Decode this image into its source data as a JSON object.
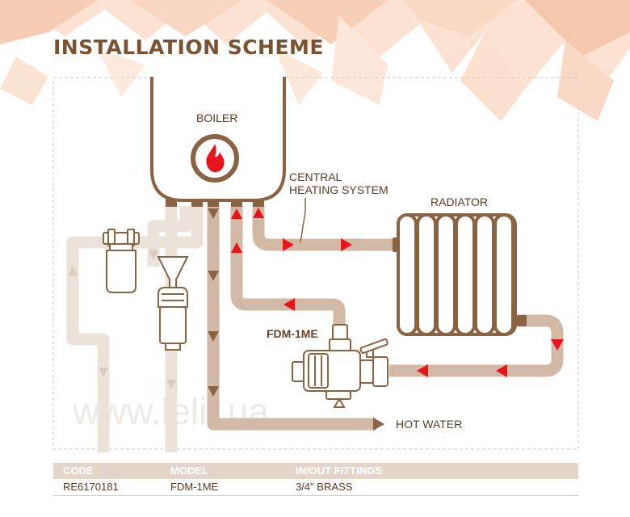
{
  "title": "INSTALLATION SCHEME",
  "labels": {
    "boiler": "BOILER",
    "central_heating_line1": "CENTRAL",
    "central_heating_line2": "HEATING SYSTEM",
    "radiator": "RADIATOR",
    "device": "FDM-1ME",
    "hot_water": "HOT WATER"
  },
  "watermark": "www.lelit.ua",
  "table": {
    "headers": [
      "CODE",
      "MODEL",
      "IN/OUT FITTINGS"
    ],
    "rows": [
      [
        "RE6170181",
        "FDM-1ME",
        "3/4\" BRASS"
      ]
    ]
  },
  "colors": {
    "pipe": "#d2b9a6",
    "pipe_light": "#ebe2da",
    "arrow_hot": "#e8141b",
    "arrow_brown": "#8a6343",
    "outline": "#8a6343",
    "title": "#7a5230",
    "table_header": "#e3d6c9"
  },
  "icons": [
    "flame-icon",
    "filter-icon",
    "funnel-icon",
    "ball-valve-icon"
  ]
}
